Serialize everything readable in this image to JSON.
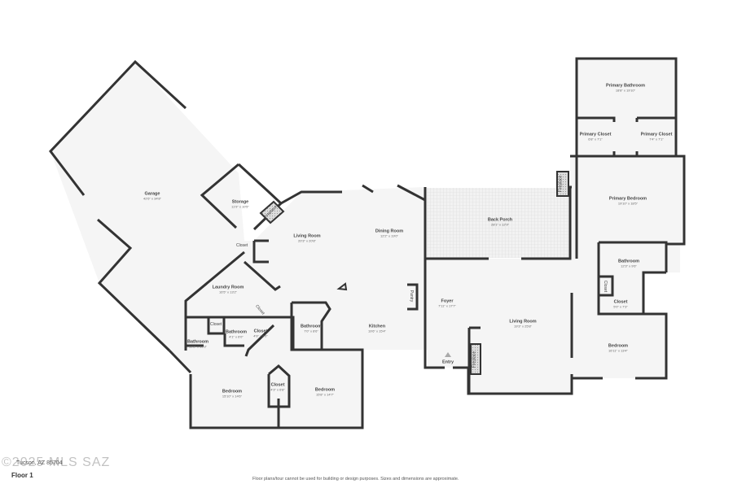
{
  "floor_label": "Floor 1",
  "address": "Tucson, AZ 85704",
  "watermark": "©2025 MLS SAZ",
  "disclaimer": "Floor plans/tour cannot be used for building or design purposes. Sizes and dimensions are approximate.",
  "rooms": [
    {
      "name": "Primary Bathroom",
      "dim": "18'8\" x 19'10\""
    },
    {
      "name": "Primary Closet",
      "dim": "6'8\" x 7'1\""
    },
    {
      "name": "Primary Closet",
      "dim": "7'4\" x 7'1\""
    },
    {
      "name": "Primary Bedroom",
      "dim": "19'10\" x 18'5\""
    },
    {
      "name": "Garage",
      "dim": "42'6\" x 34'8\""
    },
    {
      "name": "Storage",
      "dim": "11'9\" x 10'5\""
    },
    {
      "name": "Living Room",
      "dim": "20'3\" x 20'8\""
    },
    {
      "name": "Dining Room",
      "dim": "12'2\" x 19'0\""
    },
    {
      "name": "Back Porch",
      "dim": "28'1\" x 12'9\""
    },
    {
      "name": "Laundry Room",
      "dim": "16'5\" x 13'2\""
    },
    {
      "name": "Bathroom",
      "dim": "7'0\" x 8'6\""
    },
    {
      "name": "Kitchen",
      "dim": "19'6\" x 15'4\""
    },
    {
      "name": "Foyer",
      "dim": "7'11\" x 17'7\""
    },
    {
      "name": "Living Room",
      "dim": "19'3\" x 25'8\""
    },
    {
      "name": "Bathroom",
      "dim": "12'3\" x 9'6\""
    },
    {
      "name": "Closet",
      "dim": "5'0\" x 7'3\""
    },
    {
      "name": "Bedroom",
      "dim": "16'11\" x 13'4\""
    },
    {
      "name": "Bathroom",
      "dim": "10'8\" x 10'3\""
    },
    {
      "name": "Bathroom",
      "dim": "4'1\" x 6'0\""
    },
    {
      "name": "Closet",
      "dim": "4'9\" x 6'0\""
    },
    {
      "name": "Bedroom",
      "dim": "15'10\" x 14'6\""
    },
    {
      "name": "Closet",
      "dim": "4'3\" x 6'8\""
    },
    {
      "name": "Bedroom",
      "dim": "15'8\" x 14'7\""
    },
    {
      "name": "Entry",
      "dim": ""
    }
  ],
  "small_labels": {
    "closet": "Closet",
    "pantry": "Pantry",
    "fireplace": "Fireplace"
  }
}
